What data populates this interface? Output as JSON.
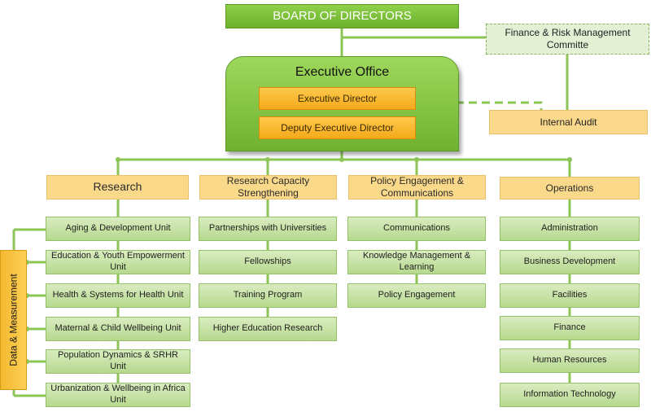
{
  "board": "BOARD OF DIRECTORS",
  "committee": "Finance & Risk Management Committe",
  "executive_office": {
    "title": "Executive Office",
    "director": "Executive Director",
    "deputy": "Deputy Executive Director"
  },
  "internal_audit": "Internal Audit",
  "side_label": "Data & Measurement",
  "departments": [
    {
      "name": "Research",
      "units": [
        "Aging & Development Unit",
        "Education & Youth Empowerment Unit",
        "Health & Systems for Health Unit",
        "Maternal & Child Wellbeing Unit",
        "Population Dynamics & SRHR Unit",
        "Urbanization & Wellbeing in Africa Unit"
      ]
    },
    {
      "name": "Research Capacity Strengthening",
      "units": [
        "Partnerships with Universities",
        "Fellowships",
        "Training Program",
        "Higher Education Research"
      ]
    },
    {
      "name": "Policy Engagement & Communications",
      "units": [
        "Communications",
        "Knowledge Management & Learning",
        "Policy Engagement"
      ]
    },
    {
      "name": "Operations",
      "units": [
        "Administration",
        "Business Development",
        "Facilities",
        "Finance",
        "Human Resources",
        "Information Technology"
      ]
    }
  ],
  "colors": {
    "green_header": "#7cc03a",
    "unit_fill": "#c8e3a6",
    "orange_fill": "#f7b52a",
    "dept_fill": "#fad98a",
    "connector": "#8dc456"
  }
}
